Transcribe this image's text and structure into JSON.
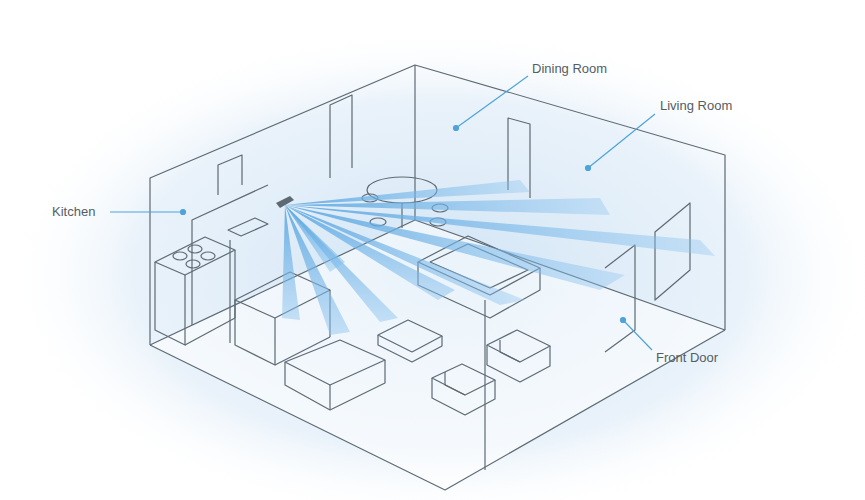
{
  "diagram": {
    "labels": [
      "Dining Room",
      "Living Room",
      "Kitchen",
      "Front Door"
    ]
  }
}
